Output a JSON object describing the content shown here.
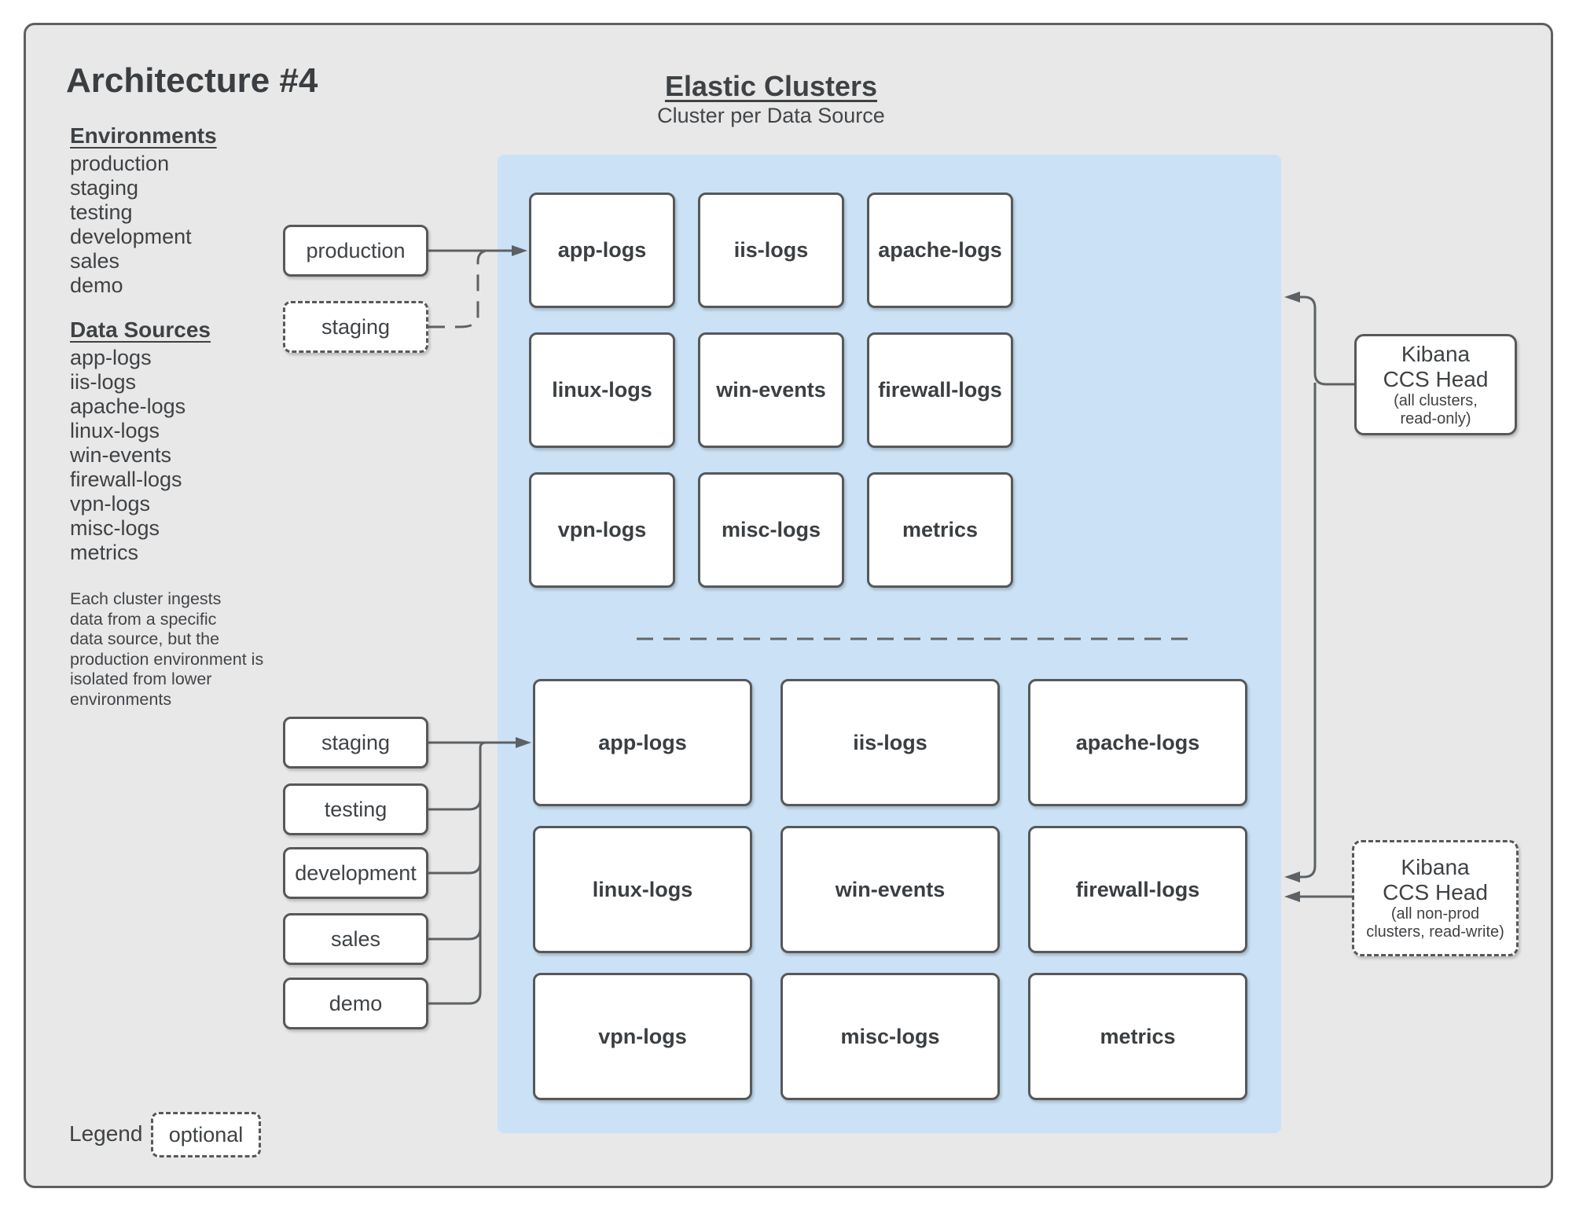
{
  "title": "Architecture #4",
  "header": {
    "title": "Elastic Clusters",
    "subtitle": "Cluster per Data Source"
  },
  "environments": {
    "heading": "Environments",
    "items": [
      "production",
      "staging",
      "testing",
      "development",
      "sales",
      "demo"
    ]
  },
  "data_sources": {
    "heading": "Data Sources",
    "items": [
      "app-logs",
      "iis-logs",
      "apache-logs",
      "linux-logs",
      "win-events",
      "firewall-logs",
      "vpn-logs",
      "misc-logs",
      "metrics"
    ]
  },
  "note": "Each cluster ingests\ndata from a specific\ndata source, but the\nproduction environment is\nisolated from lower\nenvironments",
  "prod_group": {
    "environments": [
      {
        "label": "production",
        "optional": false
      },
      {
        "label": "staging",
        "optional": true
      }
    ],
    "clusters": [
      "app-logs",
      "iis-logs",
      "apache-logs",
      "linux-logs",
      "win-events",
      "firewall-logs",
      "vpn-logs",
      "misc-logs",
      "metrics"
    ]
  },
  "nonprod_group": {
    "environments": [
      {
        "label": "staging"
      },
      {
        "label": "testing"
      },
      {
        "label": "development"
      },
      {
        "label": "sales"
      },
      {
        "label": "demo"
      }
    ],
    "clusters": [
      "app-logs",
      "iis-logs",
      "apache-logs",
      "linux-logs",
      "win-events",
      "firewall-logs",
      "vpn-logs",
      "misc-logs",
      "metrics"
    ]
  },
  "kibana_read_only": {
    "line1": "Kibana",
    "line2": "CCS Head",
    "line3": "(all clusters,",
    "line4": "read-only)"
  },
  "kibana_read_write": {
    "line1": "Kibana",
    "line2": "CCS Head",
    "line3": "(all non-prod",
    "line4": "clusters, read-write)"
  },
  "legend": {
    "label": "Legend",
    "optional_label": "optional"
  },
  "colors": {
    "panel_blue": "#cbe2f6",
    "background_gray": "#e8e8e8",
    "shape_border": "#56585a",
    "connector": "#5d6164",
    "text": "#3f4245"
  }
}
